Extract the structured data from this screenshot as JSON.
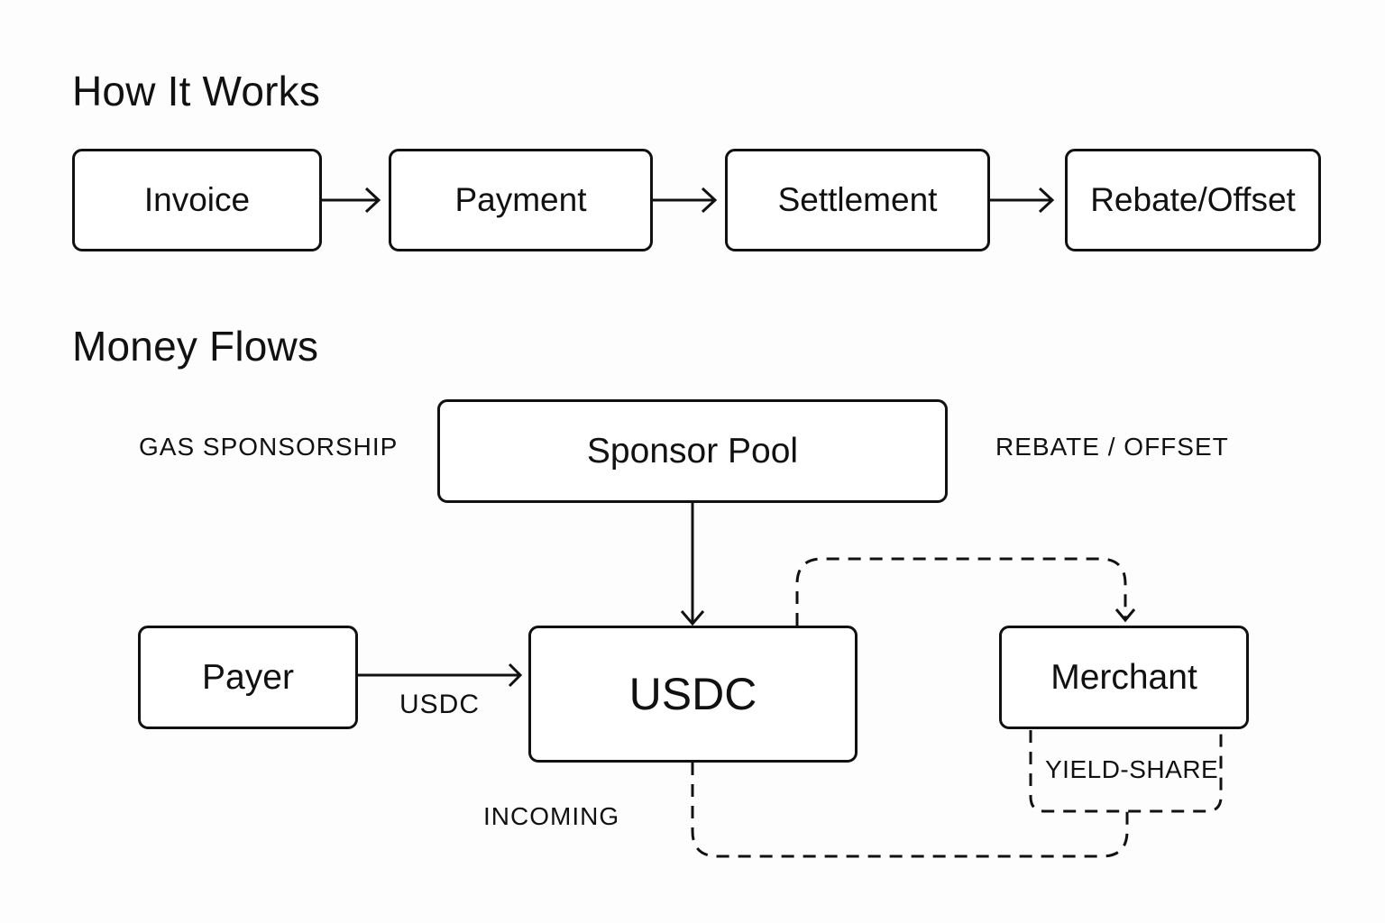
{
  "sections": {
    "how_it_works": {
      "title": "How It Works",
      "steps": [
        "Invoice",
        "Payment",
        "Settlement",
        "Rebate/Offset"
      ]
    },
    "money_flows": {
      "title": "Money Flows",
      "nodes": {
        "sponsor_pool": "Sponsor Pool",
        "payer": "Payer",
        "usdc": "USDC",
        "merchant": "Merchant"
      },
      "labels": {
        "gas_sponsorship": "GAS SPONSORSHIP",
        "rebate_offset": "REBATE / OFFSET",
        "payer_edge": "USDC",
        "incoming": "INCOMING",
        "yield_share": "YIELD-SHARE"
      }
    }
  },
  "colors": {
    "stroke": "#111111",
    "background": "#fdfdfd"
  }
}
